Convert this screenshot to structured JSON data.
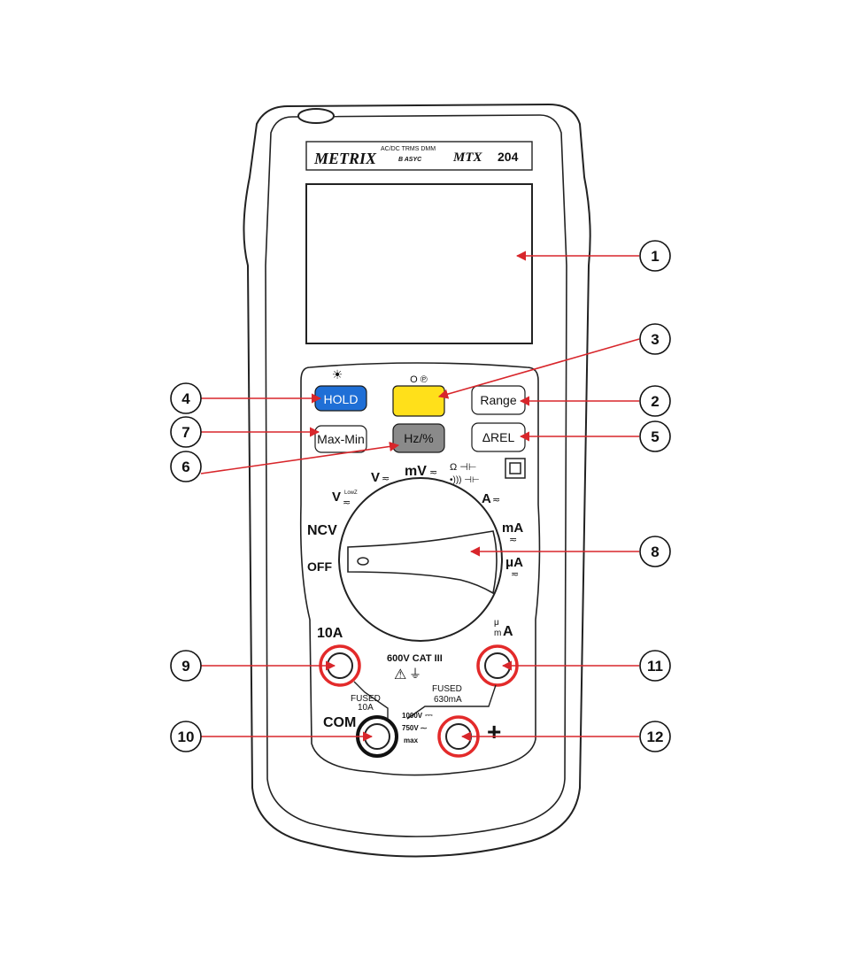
{
  "header": {
    "brand": "METRIX",
    "subtitle_1": "AC/DC TRMS DMM",
    "subtitle_2": "B ASYC",
    "model_logo": "MTX",
    "model_number": "204"
  },
  "buttons": {
    "hold": "HOLD",
    "range": "Range",
    "max_min": "Max-Min",
    "hz": "Hz/%",
    "rel": "ΔREL",
    "power_symbol": "O ℗"
  },
  "dial": {
    "v_lowz": "V",
    "lowz_sub": "LowZ",
    "v": "V",
    "mv": "mV",
    "a": "A",
    "ma": "mA",
    "ua": "μA",
    "ncv": "NCV",
    "off": "OFF"
  },
  "terminals": {
    "ten_a": "10A",
    "mu_small": "μ",
    "m_small": "m",
    "a_right": "A",
    "cat_rating": "600V CAT III",
    "fused_10a_1": "FUSED",
    "fused_10a_2": "10A",
    "fused_630_1": "FUSED",
    "fused_630_2": "630mA",
    "com": "COM",
    "v_1000": "1000V",
    "v_750": "750V",
    "v_max": "max",
    "plus": "+"
  },
  "callouts": [
    "1",
    "2",
    "3",
    "4",
    "5",
    "6",
    "7",
    "8",
    "9",
    "10",
    "11",
    "12"
  ],
  "colors": {
    "arrow": "#d8262b",
    "hold": "#1f6fd6",
    "yellow_button": "#ffe01a",
    "hz_button": "#8a8a8a",
    "terminal_ring": "#e32a2a"
  }
}
